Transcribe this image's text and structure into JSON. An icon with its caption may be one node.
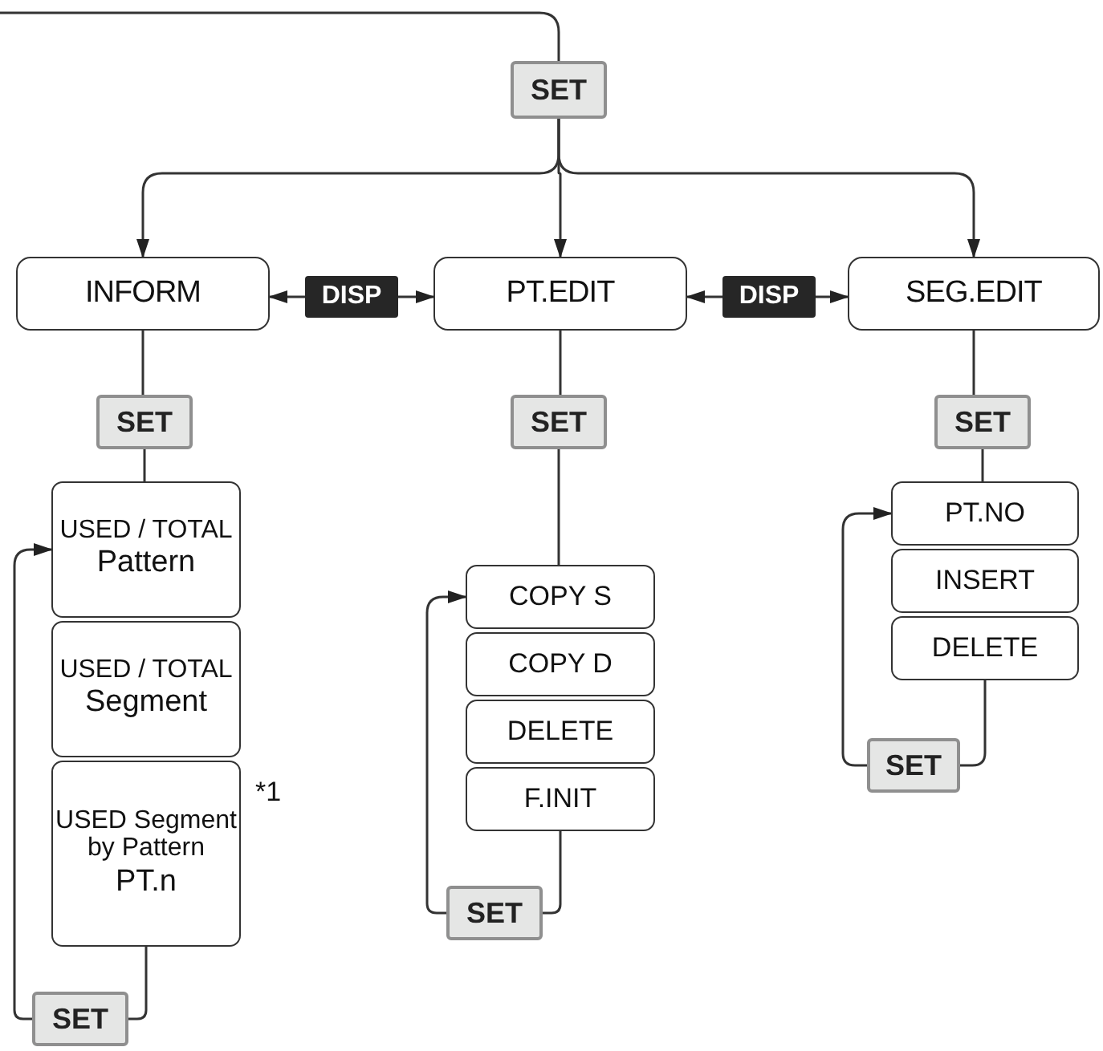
{
  "diagram": {
    "nodes": [
      {
        "text": [
          "SET"
        ]
      },
      {
        "text": [
          "INFORM"
        ]
      },
      {
        "text": [
          "DISP"
        ]
      },
      {
        "text": [
          "PT.EDIT"
        ]
      },
      {
        "text": [
          "DISP"
        ]
      },
      {
        "text": [
          "SEG.EDIT"
        ]
      },
      {
        "text": [
          "SET"
        ]
      },
      {
        "text": [
          "USED / TOTAL",
          "Pattern"
        ]
      },
      {
        "text": [
          "USED / TOTAL",
          "Segment"
        ]
      },
      {
        "text": [
          "USED Segment by Pattern",
          "PT.n"
        ],
        "beside": [
          "*1"
        ]
      },
      {
        "text": [
          "SET"
        ]
      },
      {
        "text": [
          "SET"
        ]
      },
      {
        "text": [
          "COPY S"
        ]
      },
      {
        "text": [
          "COPY D"
        ]
      },
      {
        "text": [
          "DELETE"
        ]
      },
      {
        "text": [
          "F.INIT"
        ]
      },
      {
        "text": [
          "SET"
        ]
      },
      {
        "text": [
          "SET"
        ]
      },
      {
        "text": [
          "PT.NO"
        ]
      },
      {
        "text": [
          "INSERT"
        ]
      },
      {
        "text": [
          "DELETE"
        ]
      },
      {
        "text": [
          "SET"
        ]
      }
    ],
    "edges": [
      {
        "from": null,
        "to": 0,
        "arrow": "none"
      },
      {
        "from": 0,
        "to": 1,
        "arrow": "to"
      },
      {
        "from": 0,
        "to": 3,
        "arrow": "to"
      },
      {
        "from": 0,
        "to": 5,
        "arrow": "to"
      },
      {
        "from": 2,
        "to": 1,
        "arrow": "to"
      },
      {
        "from": 2,
        "to": 3,
        "arrow": "to"
      },
      {
        "from": 4,
        "to": 3,
        "arrow": "to"
      },
      {
        "from": 4,
        "to": 5,
        "arrow": "to"
      },
      {
        "from": 1,
        "to": 6,
        "arrow": "none"
      },
      {
        "from": 6,
        "to": 7,
        "arrow": "none"
      },
      {
        "from": 9,
        "to": 10,
        "arrow": "none"
      },
      {
        "from": 10,
        "to": 7,
        "arrow": "to"
      },
      {
        "from": 3,
        "to": 11,
        "arrow": "none"
      },
      {
        "from": 11,
        "to": 12,
        "arrow": "none"
      },
      {
        "from": 15,
        "to": 16,
        "arrow": "none"
      },
      {
        "from": 16,
        "to": 12,
        "arrow": "to"
      },
      {
        "from": 5,
        "to": 17,
        "arrow": "none"
      },
      {
        "from": 17,
        "to": 18,
        "arrow": "none"
      },
      {
        "from": 20,
        "to": 21,
        "arrow": "none"
      },
      {
        "from": 21,
        "to": 18,
        "arrow": "to"
      }
    ]
  }
}
